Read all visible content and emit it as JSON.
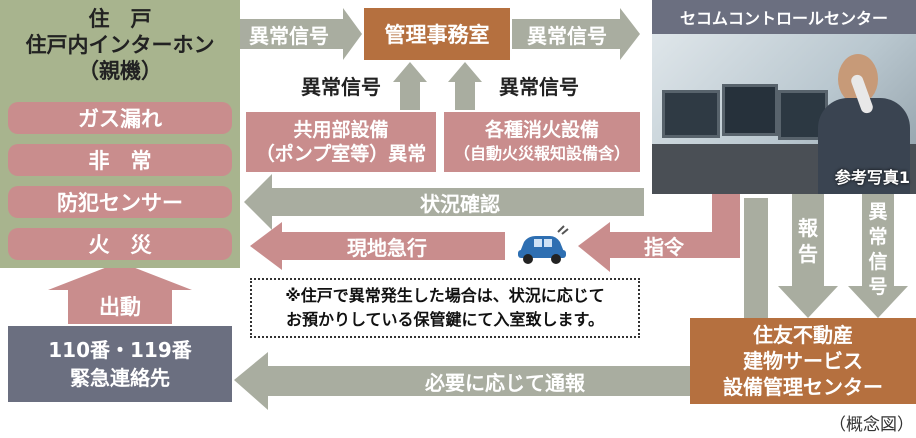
{
  "residence": {
    "title_line1": "住　戸",
    "title_line2": "住戸内インターホン",
    "title_line3": "（親機）",
    "alarms": [
      "ガス漏れ",
      "非　常",
      "防犯センサー",
      "火　災"
    ]
  },
  "control_room": "管理事務室",
  "secom_center": "セコムコントロールセンター",
  "photo_caption": "参考写真1",
  "signal_label": "異常信号",
  "common_equipment": [
    "共用部設備",
    "（ポンプ室等）異常"
  ],
  "fire_equipment": [
    "各種消火設備",
    "（自動火災報知設備含）"
  ],
  "status_check": "状況確認",
  "rush": "現地急行",
  "instruction": "指令",
  "report_vertical": [
    "報",
    "告"
  ],
  "signal_vertical": [
    "異",
    "常",
    "信",
    "号"
  ],
  "dispatch": "出動",
  "emergency": [
    "110番・119番",
    "緊急連絡先"
  ],
  "note": [
    "※住戸で異常発生した場合は、状況に応じて",
    "お預かりしている保管鍵にて入室致します。"
  ],
  "notify": "必要に応じて通報",
  "sumitomo": [
    "住友不動産",
    "建物サービス",
    "設備管理センター"
  ],
  "concept_note": "（概念図）",
  "colors": {
    "green": "#a8b48e",
    "gray_arrow": "#a9ada0",
    "pink": "#c98d8d",
    "rust": "#b5703f",
    "slate": "#6b6f80"
  }
}
